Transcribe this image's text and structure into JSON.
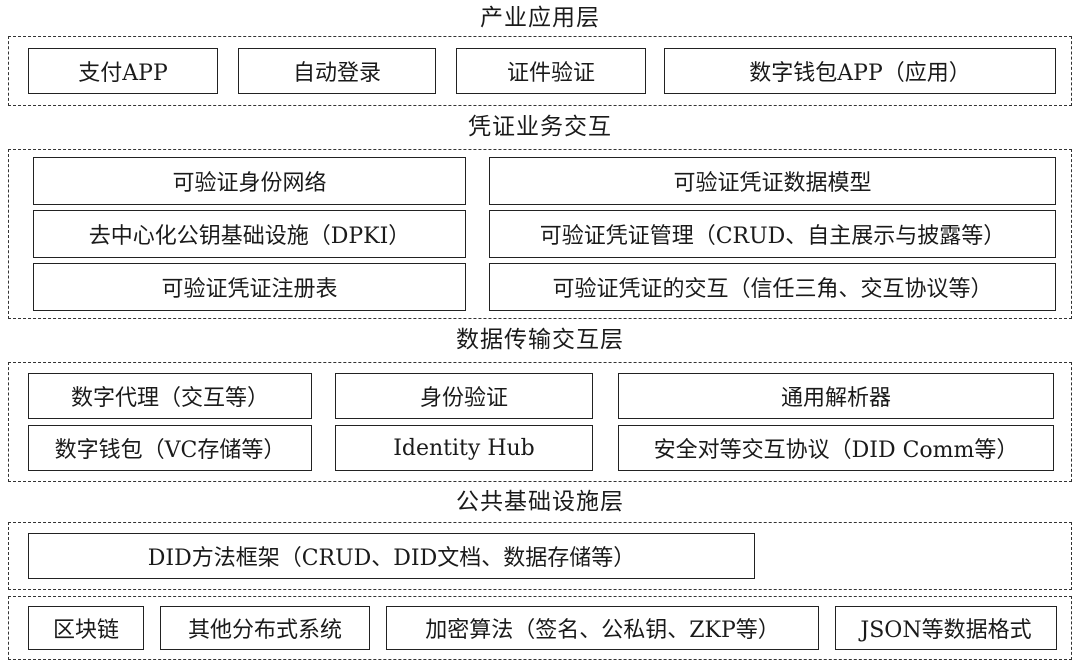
{
  "industry_layer": {
    "title": "产业应用层",
    "items": [
      "支付APP",
      "自动登录",
      "证件验证",
      "数字钱包APP（应用）"
    ]
  },
  "credential_layer": {
    "title": "凭证业务交互",
    "left": [
      "可验证身份网络",
      "去中心化公钥基础设施（DPKI）",
      "可验证凭证注册表"
    ],
    "right": [
      "可验证凭证数据模型",
      "可验证凭证管理（CRUD、自主展示与披露等）",
      "可验证凭证的交互（信任三角、交互协议等）"
    ]
  },
  "transport_layer": {
    "title": "数据传输交互层",
    "row1": [
      "数字代理（交互等）",
      "身份验证",
      "通用解析器"
    ],
    "row2": [
      "数字钱包（VC存储等）",
      "Identity Hub",
      "安全对等交互协议（DID Comm等）"
    ]
  },
  "public_layer": {
    "title": "公共基础设施层",
    "did_framework": "DID方法框架（CRUD、DID文档、数据存储等）",
    "bottom": [
      "区块链",
      "其他分布式系统",
      "加密算法（签名、公私钥、ZKP等）",
      "JSON等数据格式"
    ]
  }
}
